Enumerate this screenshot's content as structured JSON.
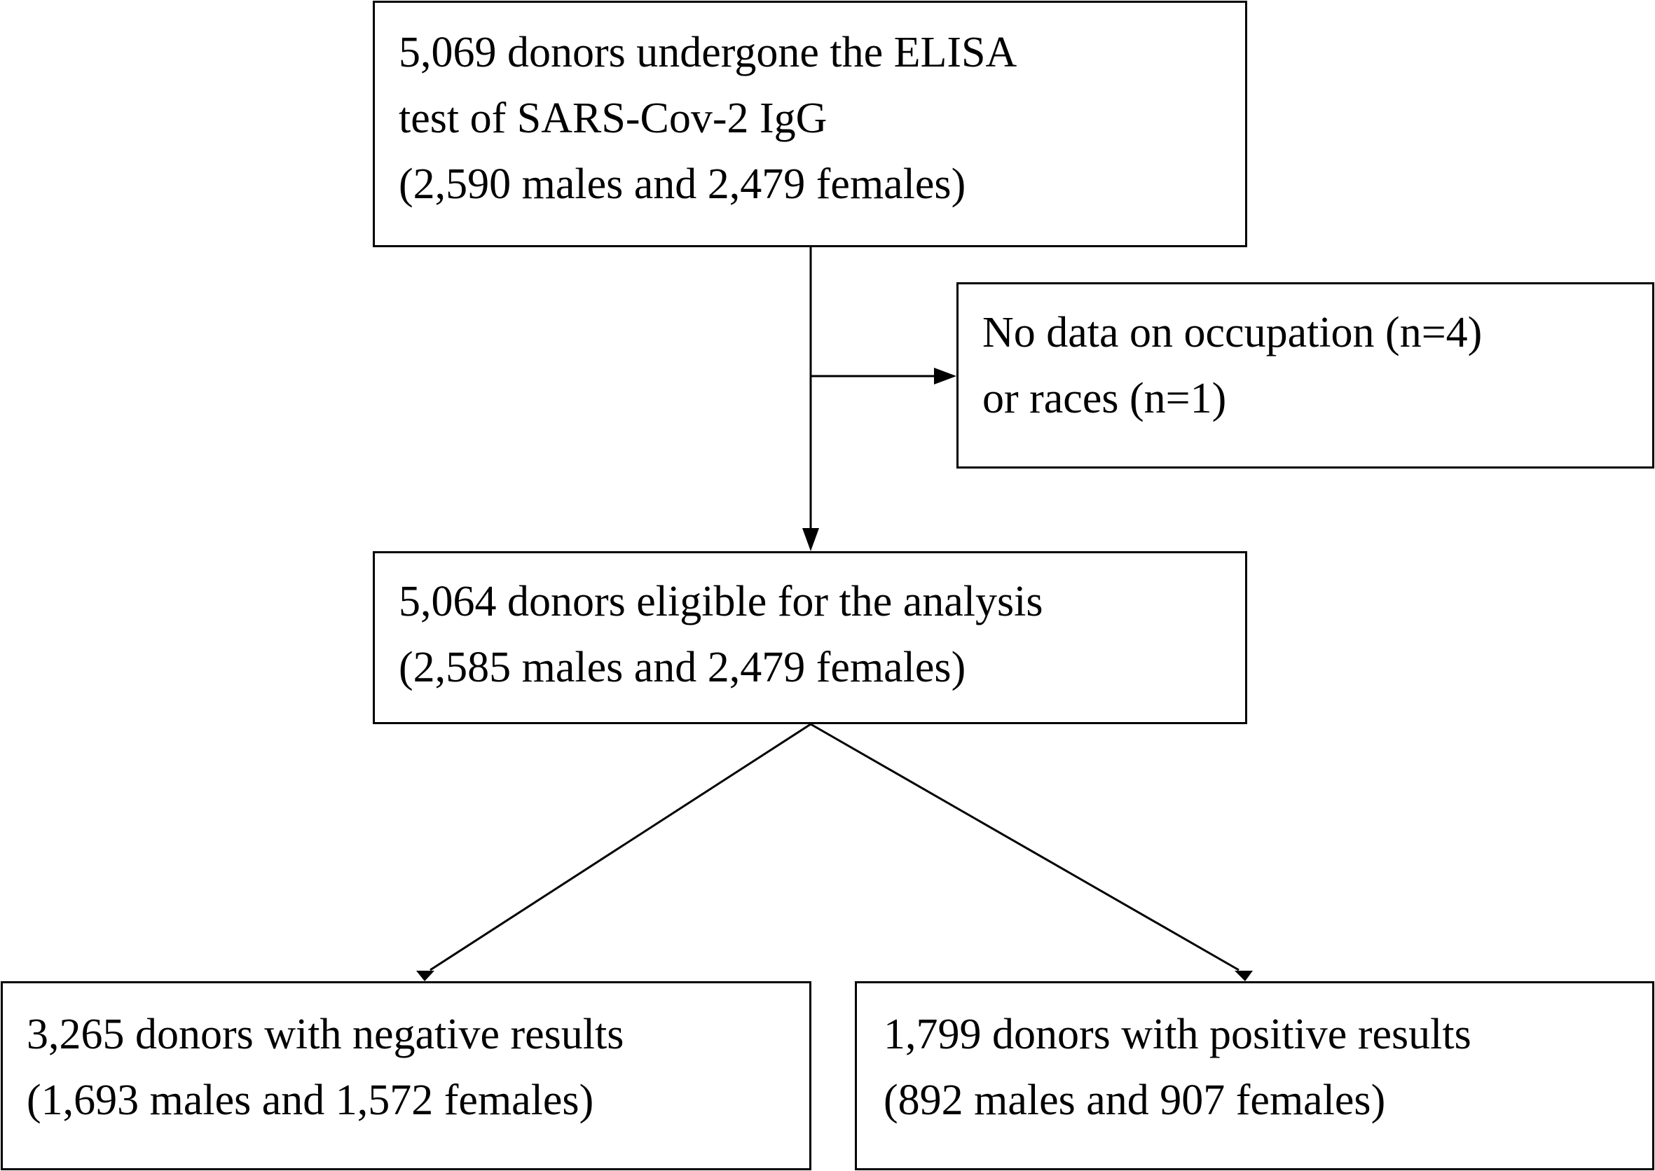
{
  "boxes": {
    "start": {
      "lines": [
        "5,069 donors undergone the ELISA",
        "test of SARS-Cov-2 IgG",
        "(2,590 males and 2,479 females)"
      ]
    },
    "exclude": {
      "lines": [
        "No data on occupation (n=4)",
        "or races (n=1)"
      ]
    },
    "eligible": {
      "lines": [
        "5,064 donors eligible for the analysis",
        "(2,585 males and 2,479 females)"
      ]
    },
    "negative": {
      "lines": [
        "3,265 donors with negative results",
        "(1,693 males and 1,572 females)"
      ]
    },
    "positive": {
      "lines": [
        "1,799 donors with positive results",
        "(892 males and 907 females)"
      ]
    }
  },
  "colors": {
    "stroke": "#000000",
    "background": "#ffffff"
  }
}
